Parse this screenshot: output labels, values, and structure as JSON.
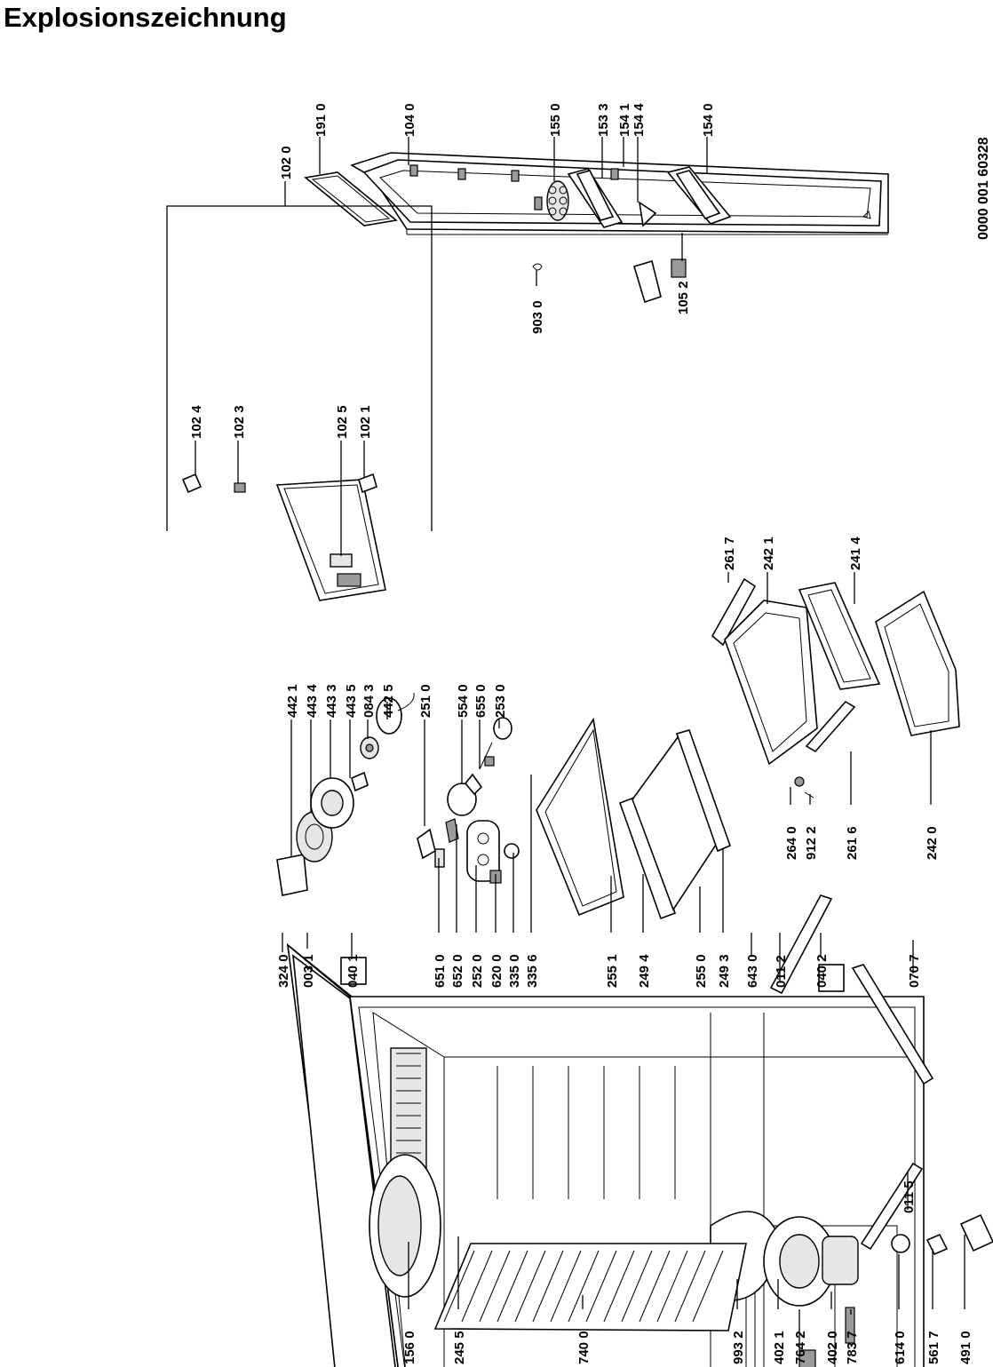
{
  "title": "Explosionszeichnung",
  "document_id": "0000 001 60328",
  "labels": {
    "l1910": "191 0",
    "l1040": "104 0",
    "l1550": "155 0",
    "l1533": "153 3",
    "l1541": "154 1",
    "l1544": "154 4",
    "l1540": "154 0",
    "l1020": "102 0",
    "l1024": "102 4",
    "l1023": "102 3",
    "l1025": "102 5",
    "l1021": "102 1",
    "l9030": "903 0",
    "l1052": "105 2",
    "l2617": "261 7",
    "l2421": "242 1",
    "l2414": "241 4",
    "l4421": "442 1",
    "l4434": "443 4",
    "l4433": "443 3",
    "l4435": "443 5",
    "l0843": "084 3",
    "l4425": "442 5",
    "l2510": "251 0",
    "l5540": "554 0",
    "l6550": "655 0",
    "l2530": "253 0",
    "l3240": "324 0",
    "l0031": "003 1",
    "l0401": "040 1",
    "l6510": "651 0",
    "l6520": "652 0",
    "l2520": "252 0",
    "l6200": "620 0",
    "l3350": "335 0",
    "l3356": "335 6",
    "l2551": "255 1",
    "l2494": "249 4",
    "l2550": "255 0",
    "l2493": "249 3",
    "l6430": "643 0",
    "l0112": "011 2",
    "l0402": "040 2",
    "l0707": "070 7",
    "l2640": "264 0",
    "l9122": "912 2",
    "l2616": "261 6",
    "l2420": "242 0",
    "l1560": "156 0",
    "l2455": "245 5",
    "l7400": "740 0",
    "l9932": "993 2",
    "l4021": "402 1",
    "l7642": "764 2",
    "l4020": "402 0",
    "l7837": "783 7",
    "l6140": "614 0",
    "l5617": "561 7",
    "l4910": "491 0",
    "l0115": "011 5"
  },
  "icons": [
    "refrigerator-cabinet",
    "refrigerator-door",
    "shelf",
    "drawer",
    "fan-motor",
    "thermostat",
    "compressor",
    "hinge"
  ]
}
